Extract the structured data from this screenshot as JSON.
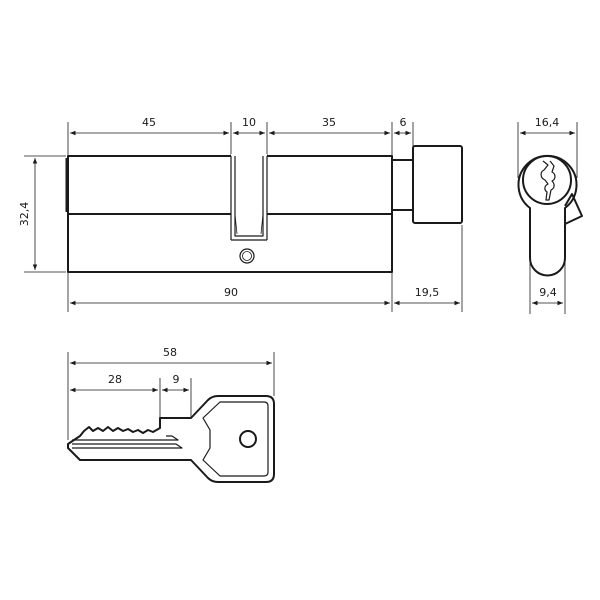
{
  "cylinder_front_view": {
    "dimensions": {
      "left_length": "45",
      "cam_width": "10",
      "right_length": "35",
      "knob_gap": "6",
      "height": "32,4",
      "total_length": "90",
      "knob_length": "19,5"
    }
  },
  "cylinder_end_view": {
    "dimensions": {
      "top_width": "16,4",
      "bottom_width": "9,4"
    }
  },
  "key_view": {
    "dimensions": {
      "total_length": "58",
      "blade_length": "28",
      "shoulder_length": "9"
    }
  },
  "colors": {
    "line": "#1a1a1a",
    "background": "#ffffff"
  }
}
